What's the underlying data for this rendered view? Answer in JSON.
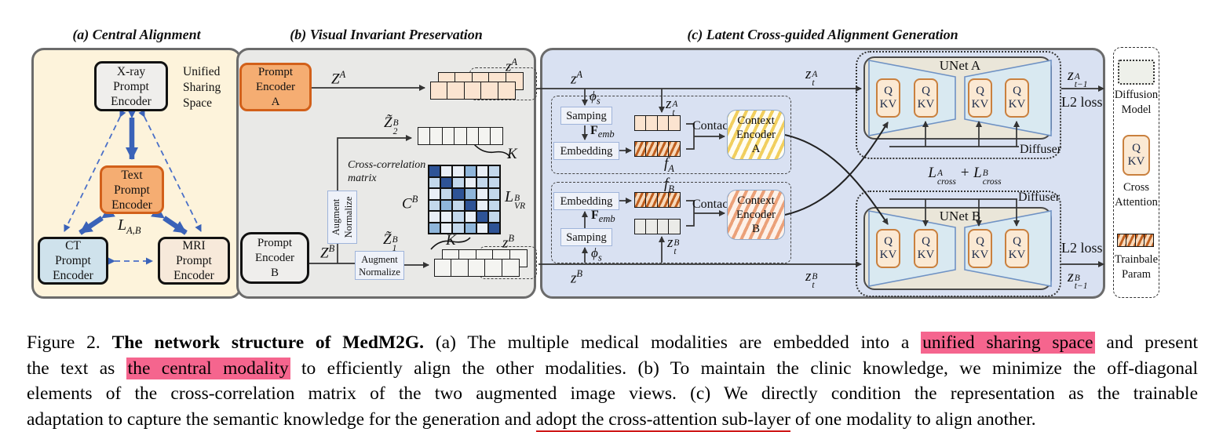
{
  "figure": {
    "panel_a": {
      "title": "(a) Central Alignment",
      "unified": {
        "l1": "Unified",
        "l2": "Sharing",
        "l3": "Space"
      },
      "xray": {
        "l1": "X-ray",
        "l2": "Prompt",
        "l3": "Encoder"
      },
      "text": {
        "l1": "Text",
        "l2": "Prompt",
        "l3": "Encoder"
      },
      "ct": {
        "l1": "CT",
        "l2": "Prompt",
        "l3": "Encoder"
      },
      "mri": {
        "l1": "MRI",
        "l2": "Prompt",
        "l3": "Encoder"
      },
      "loss": {
        "base": "L",
        "sub": "A,B"
      }
    },
    "panel_b": {
      "title": "(b) Visual Invariant Preservation",
      "encoder_a": {
        "l1": "Prompt",
        "l2": "Encoder",
        "l3": "A"
      },
      "encoder_b": {
        "l1": "Prompt",
        "l2": "Encoder",
        "l3": "B"
      },
      "ZA": {
        "base": "Z",
        "sup": "A"
      },
      "ZB": {
        "base": "Z",
        "sup": "B"
      },
      "zA": {
        "base": "z",
        "sup": "A"
      },
      "zB": {
        "base": "z",
        "sup": "B"
      },
      "Z2B": {
        "base": "Z̃",
        "sup": "B",
        "sub": "2"
      },
      "Z1B": {
        "base": "Z̃",
        "sup": "B",
        "sub": "1"
      },
      "K": "K",
      "CB": {
        "base": "C",
        "sup": "B"
      },
      "LVR": {
        "base": "L",
        "sup": "B",
        "sub": "VR"
      },
      "cross_corr": {
        "l1": "Cross-correlation",
        "l2": "matrix"
      },
      "augment": {
        "l1": "Augment",
        "l2": "Normalize"
      },
      "matrix_shades": [
        [
          3,
          0,
          0,
          2,
          0,
          1
        ],
        [
          1,
          3,
          1,
          0,
          1,
          1
        ],
        [
          0,
          1,
          3,
          2,
          0,
          1
        ],
        [
          1,
          2,
          1,
          3,
          0,
          1
        ],
        [
          0,
          0,
          1,
          0,
          3,
          1
        ],
        [
          2,
          0,
          1,
          2,
          0,
          3
        ]
      ]
    },
    "panel_c": {
      "title": "(c) Latent Cross-guided Alignment Generation",
      "zA": {
        "base": "z",
        "sup": "A"
      },
      "zB": {
        "base": "z",
        "sup": "B"
      },
      "ztA": {
        "base": "z",
        "sup": "A",
        "sub": "t"
      },
      "ztB": {
        "base": "z",
        "sup": "B",
        "sub": "t"
      },
      "zt1A": {
        "base": "z",
        "sup": "A",
        "sub": "t−1"
      },
      "zt1B": {
        "base": "z",
        "sup": "B",
        "sub": "t−1"
      },
      "phis": {
        "base": "ϕ",
        "sub": "s"
      },
      "femb": {
        "base": "F",
        "sub": "emb"
      },
      "fA": {
        "base": "f",
        "sub": "A"
      },
      "fB": {
        "base": "f",
        "sub": "B"
      },
      "samping": "Samping",
      "embedding": "Embedding",
      "contact": "Contact",
      "context_a": {
        "l1": "Context",
        "l2": "Encoder",
        "l3": "A"
      },
      "context_b": {
        "l1": "Context",
        "l2": "Encoder",
        "l3": "B"
      },
      "unet_a": "UNet A",
      "unet_b": "UNet B",
      "diffuser": "Diffuser",
      "l2loss": "L2 loss",
      "lcross": {
        "b1": "L",
        "s1": "A",
        "c1": "cross",
        "plus": "+",
        "b2": "L",
        "s2": "B",
        "c2": "cross"
      },
      "qkv": {
        "q": "Q",
        "kv": "KV"
      }
    },
    "legend": {
      "diffusion": {
        "l1": "Diffusion",
        "l2": "Model"
      },
      "cross_attn": {
        "l1": "Cross",
        "l2": "Attention"
      },
      "trainable": {
        "l1": "Trainbale",
        "l2": "Param"
      }
    }
  },
  "caption": {
    "l1a": "Figure 2. ",
    "l1b": "The network structure of MedM2G.",
    "l1c": " (a) The multiple medical modalities are embedded into a ",
    "l1d": "unified sharing space",
    "l1e": " and present",
    "l2a": "the text as ",
    "l2b": "the central modality",
    "l2c": " to efficiently align the other modalities. (b) To maintain the clinic knowledge, we minimize the off-diagonal",
    "l3": "elements of the cross-correlation matrix of the two augmented image views. (c) We directly condition the representation as the trainable",
    "l4a": "adaptation to capture the semantic knowledge for the generation and ",
    "l4b": "adopt the cross-attention sub-layer",
    "l4c": " of one modality to align another."
  }
}
